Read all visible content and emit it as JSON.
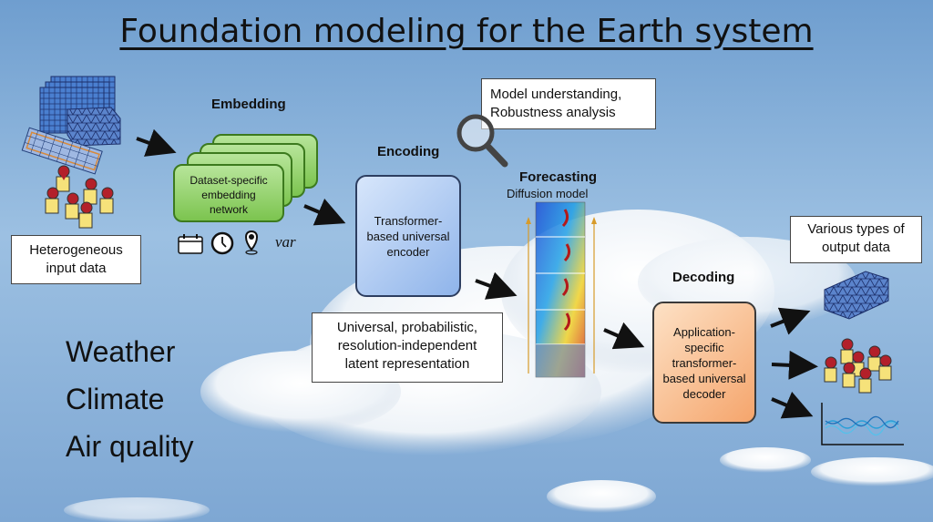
{
  "title": "Foundation modeling for the Earth system",
  "stages": {
    "embedding": "Embedding",
    "encoding": "Encoding",
    "forecasting": "Forecasting",
    "forecasting_sub": "Diffusion model",
    "decoding": "Decoding"
  },
  "boxes": {
    "input": "Heterogeneous input data",
    "embedding_line1": "Dataset-specific",
    "embedding_line2": "embedding",
    "embedding_line3": "network",
    "encoder": "Transformer-based universal encoder",
    "decoder": "Application-specific transformer-based universal decoder",
    "model_understanding_line1": "Model understanding,",
    "model_understanding_line2": "Robustness analysis",
    "latent_line1": "Universal, probabilistic,",
    "latent_line2": "resolution-independent",
    "latent_line3": "latent representation",
    "output": "Various types of output data"
  },
  "embedding_icons": {
    "var_label": "var",
    "icons": [
      "calendar-icon",
      "clock-icon",
      "location-pin-icon"
    ]
  },
  "applications": [
    "Weather",
    "Climate",
    "Air quality"
  ],
  "colors": {
    "embedding_fill": "#8fd163",
    "encoder_fill": "#a9c6f0",
    "decoder_fill": "#f8b784",
    "sky": "#5e8fc4"
  }
}
